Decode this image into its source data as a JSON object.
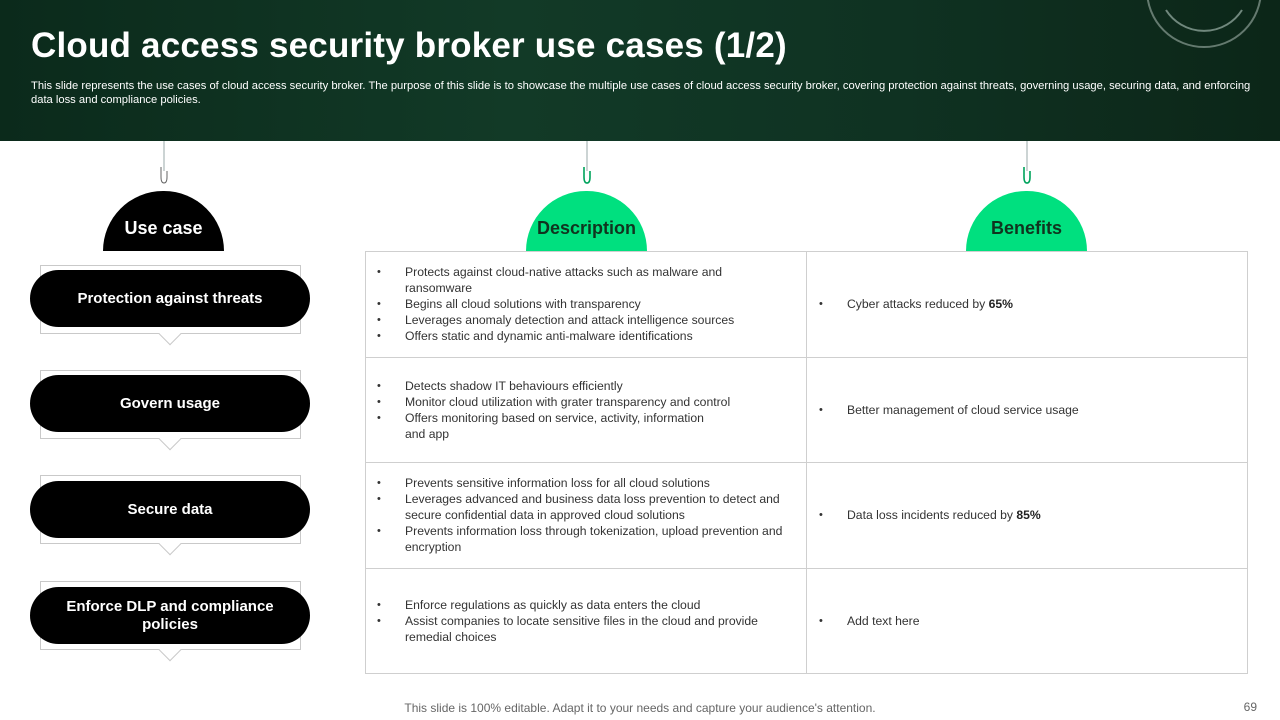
{
  "header": {
    "title": "Cloud access security broker use cases (1/2)",
    "subtitle": "This slide represents the use cases of cloud access security broker. The purpose of this slide is to showcase the multiple use cases of cloud access security broker, covering protection against threats, governing usage, securing data, and enforcing data loss and compliance policies."
  },
  "columns": {
    "use_case": "Use case",
    "description": "Description",
    "benefits": "Benefits"
  },
  "colors": {
    "header_bg": "#0f3222",
    "accent_green": "#00e07f",
    "pill_black": "#000000"
  },
  "rows": [
    {
      "use_case": "Protection against threats",
      "description": [
        "Protects against cloud-native  attacks such as malware  and ransomware",
        "Begins all cloud solutions with transparency",
        "Leverages  anomaly detection and attack intelligence sources",
        "Offers  static and dynamic anti-malware  identifications"
      ],
      "benefit_text": "Cyber attacks reduced by ",
      "benefit_bold": "65%"
    },
    {
      "use_case": "Govern usage",
      "description": [
        "Detects shadow IT behaviours  efficiently",
        "Monitor cloud utilization with grater transparency and control",
        "Offers  monitoring based on service,  activity, information and app"
      ],
      "benefit_text": "Better management  of cloud service usage",
      "benefit_bold": ""
    },
    {
      "use_case": "Secure data",
      "description": [
        "Prevents  sensitive information  loss for all cloud solutions",
        "Leverages  advanced  and business data loss prevention  to detect and secure confidential  data in approved cloud solutions",
        "Prevents  information  loss through tokenization, upload prevention and encryption"
      ],
      "benefit_text": "Data loss incidents reduced by ",
      "benefit_bold": "85%"
    },
    {
      "use_case": "Enforce DLP and compliance policies",
      "description": [
        "Enforce regulations  as quickly as data enters the cloud",
        "Assist companies to locate sensitive files in the cloud and provide remedial  choices"
      ],
      "benefit_text": "Add text here",
      "benefit_bold": ""
    }
  ],
  "footer": {
    "note": "This slide is 100% editable. Adapt it to your needs and capture your audience's attention.",
    "page_number": "69"
  }
}
